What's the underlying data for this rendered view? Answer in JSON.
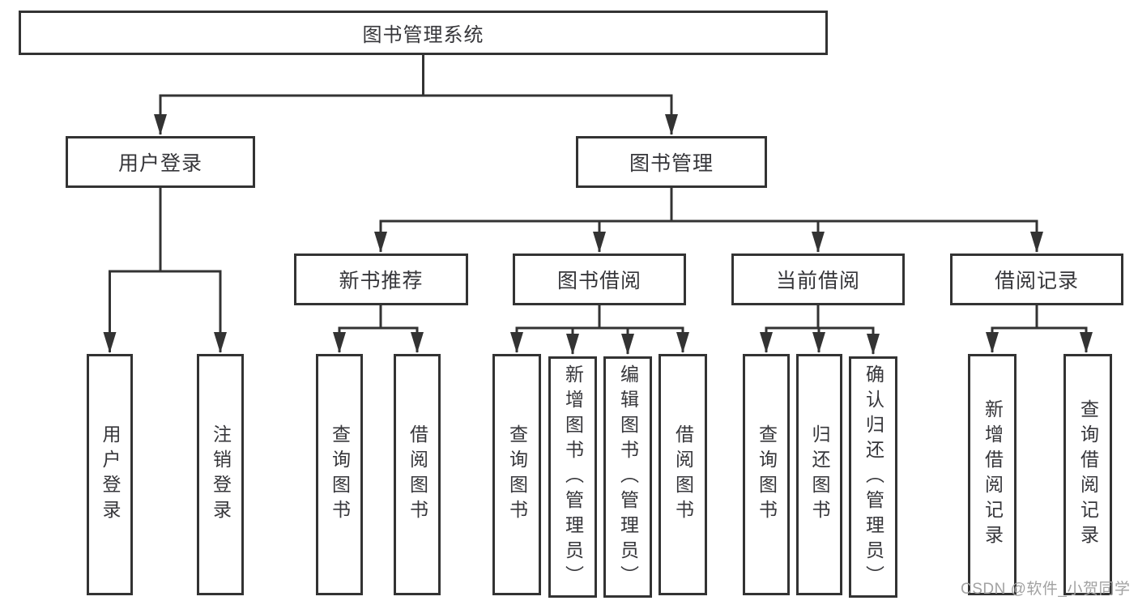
{
  "diagram": {
    "type": "hierarchy-tree",
    "colors": {
      "line": "#333333",
      "box_border": "#333333",
      "text": "#36363a",
      "background": "#ffffff",
      "watermark": "#a2a2a2"
    },
    "tree": {
      "root": {
        "label": "图书管理系统",
        "children": [
          {
            "label": "用户登录",
            "children": [
              {
                "label": "用户登录"
              },
              {
                "label": "注销登录"
              }
            ]
          },
          {
            "label": "图书管理",
            "children": [
              {
                "label": "新书推荐",
                "children": [
                  {
                    "label": "查询图书"
                  },
                  {
                    "label": "借阅图书"
                  }
                ]
              },
              {
                "label": "图书借阅",
                "children": [
                  {
                    "label": "查询图书"
                  },
                  {
                    "label": "新增图书（管理员）"
                  },
                  {
                    "label": "编辑图书（管理员）"
                  },
                  {
                    "label": "借阅图书"
                  }
                ]
              },
              {
                "label": "当前借阅",
                "children": [
                  {
                    "label": "查询图书"
                  },
                  {
                    "label": "归还图书"
                  },
                  {
                    "label": "确认归还（管理员）"
                  }
                ]
              },
              {
                "label": "借阅记录",
                "children": [
                  {
                    "label": "新增借阅记录"
                  },
                  {
                    "label": "查询借阅记录"
                  }
                ]
              }
            ]
          }
        ]
      }
    }
  },
  "watermark": {
    "text": "CSDN @软件_小贺同学"
  }
}
